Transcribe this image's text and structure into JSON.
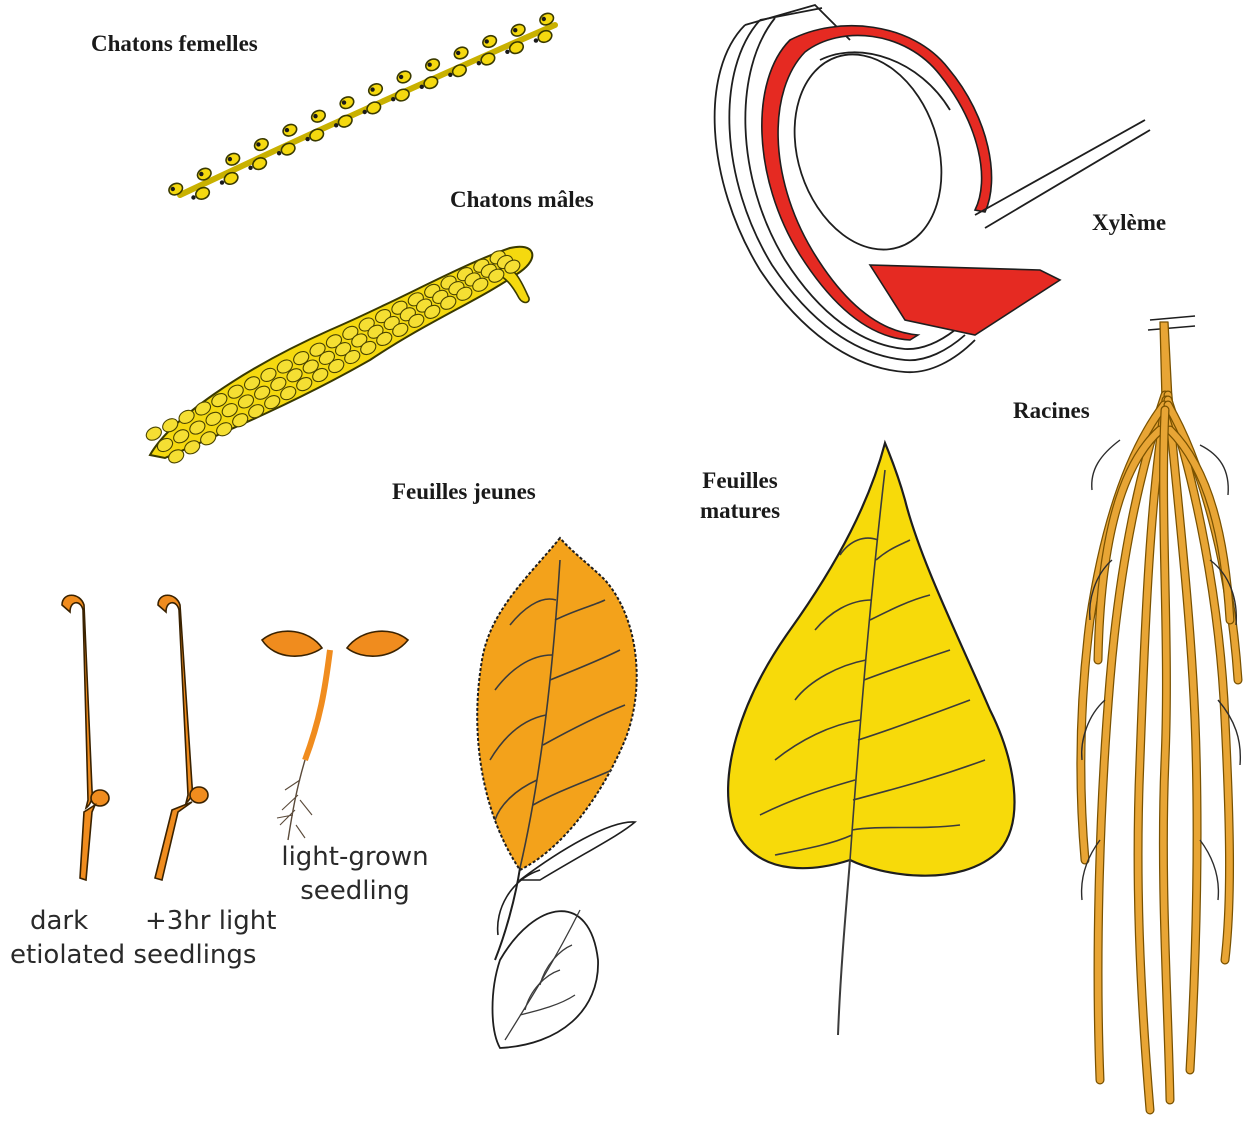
{
  "labels": {
    "female_catkins": "Chatons femelles",
    "male_catkins": "Chatons mâles",
    "xylem": "Xylème",
    "roots": "Racines",
    "young_leaves": "Feuilles jeunes",
    "mature_leaves_line1": "Feuilles",
    "mature_leaves_line2": "matures",
    "seedling_dark": "dark",
    "seedling_light": "+3hr light",
    "seedling_etiolated": "etiolated seedlings",
    "seedling_lightgrown_line1": "light-grown",
    "seedling_lightgrown_line2": "seedling"
  },
  "colors": {
    "catkin_yellow": "#f5d90f",
    "catkin_outline": "#3a3a00",
    "xylem_red": "#e52a22",
    "seedling_orange": "#f08c1e",
    "young_leaf_orange": "#f3a21b",
    "mature_leaf_yellow": "#f7da0a",
    "root_orange": "#e8a535",
    "outline": "#1e1e1e"
  },
  "icons": [
    "female-catkin-illustration",
    "male-catkin-illustration",
    "xylem-stem-illustration",
    "root-system-illustration",
    "young-leaf-illustration",
    "mature-leaf-illustration",
    "etiolated-seedling-illustration",
    "light-grown-seedling-illustration"
  ]
}
